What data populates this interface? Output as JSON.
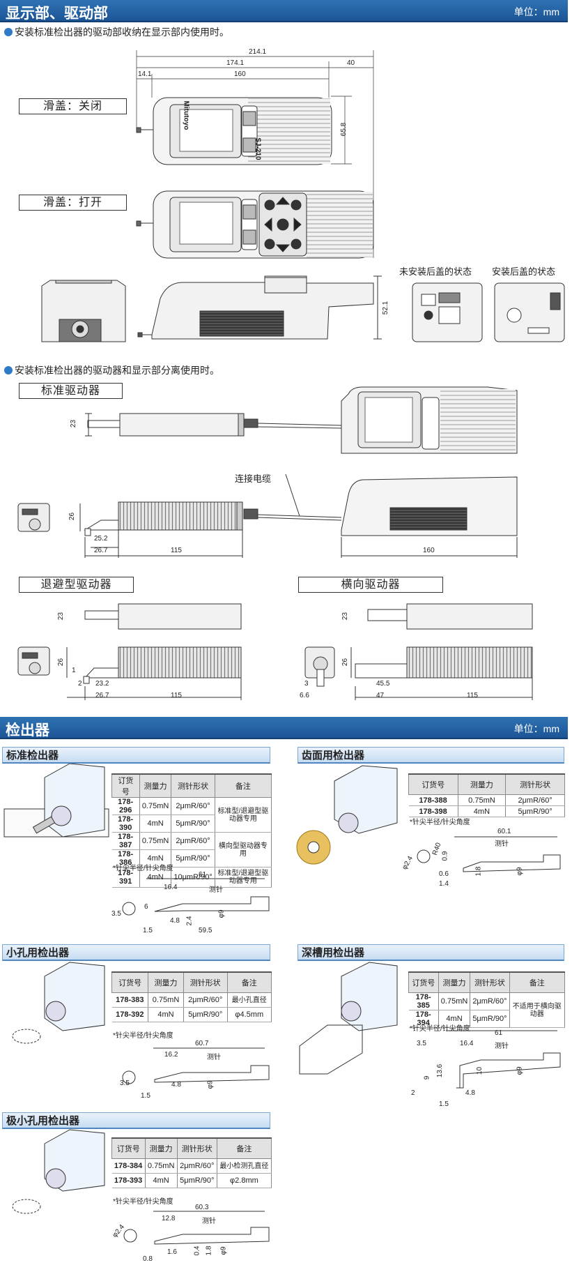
{
  "header1": {
    "title": "显示部、驱动部",
    "unit": "单位：mm"
  },
  "bullet1": "安装标准检出器的驱动部收纳在显示部内使用时。",
  "slide_closed": "滑盖：关闭",
  "slide_open": "滑盖：打开",
  "top_dims": {
    "d1": "214.1",
    "d2": "174.1",
    "d3": "40",
    "d4": "14.1",
    "d5": "160",
    "d6": "65.8"
  },
  "rear_uninstalled": "未安装后盖的状态",
  "rear_installed": "安装后盖的状态",
  "height_dim": "52.1",
  "brand": "Mitutoyo",
  "model": "SJ-210",
  "bullet2": "安装标准检出器的驱动器和显示部分离使用时。",
  "std_driver": "标准驱动器",
  "cable": "连接电缆",
  "std_dims": {
    "h23": "23",
    "h26": "26",
    "d25": "25.2",
    "d26": "26.7",
    "d115": "115",
    "d160": "160"
  },
  "retract_driver": "退避型驱动器",
  "transverse_driver": "横向驱动器",
  "retract_dims": {
    "h23": "23",
    "h26": "26",
    "d1": "1",
    "d2": "2",
    "d232": "23.2",
    "d267": "26.7",
    "d115": "115"
  },
  "trans_dims": {
    "h23": "23",
    "h26": "26",
    "d3": "3",
    "d66": "6.6",
    "d455": "45.5",
    "d47": "47",
    "d115": "115"
  },
  "header2": {
    "title": "检出器",
    "unit": "单位：mm"
  },
  "table_headers": {
    "code": "订货号",
    "force": "测量力",
    "shape": "测针形状",
    "note": "备注"
  },
  "std_detector": {
    "title": "标准检出器",
    "rows": [
      {
        "code": "178-296",
        "force": "0.75mN",
        "shape": "2μmR/60°",
        "note": "标准型/退避型驱动器专用"
      },
      {
        "code": "178-390",
        "force": "4mN",
        "shape": "5μmR/90°",
        "note": ""
      },
      {
        "code": "178-387",
        "force": "0.75mN",
        "shape": "2μmR/60°",
        "note": "横向型驱动器专用"
      },
      {
        "code": "178-386",
        "force": "4mN",
        "shape": "5μmR/90°",
        "note": ""
      },
      {
        "code": "178-391",
        "force": "4mN",
        "shape": "10μmR/90°",
        "note": "标准型/退避型驱动器专用"
      }
    ],
    "foot": "*针尖半径/针尖角度",
    "dims": {
      "d61": "61",
      "d164": "16.4",
      "stylus": "测针",
      "d6": "6",
      "d35": "3.5",
      "d48": "4.8",
      "d24": "2.4",
      "phi9": "φ9",
      "d15": "1.5",
      "d595": "59.5"
    }
  },
  "gear_detector": {
    "title": "齿面用检出器",
    "rows": [
      {
        "code": "178-388",
        "force": "0.75mN",
        "shape": "2μmR/60°"
      },
      {
        "code": "178-398",
        "force": "4mN",
        "shape": "5μmR/90°"
      }
    ],
    "foot": "*针尖半径/针尖角度",
    "dims": {
      "d601": "60.1",
      "r40": "R40",
      "stylus": "测针",
      "phi24": "φ2.4",
      "d09": "0.9",
      "d06": "0.6",
      "d14": "1.4",
      "d18": "1.8",
      "phi9": "φ9"
    }
  },
  "small_hole": {
    "title": "小孔用检出器",
    "rows": [
      {
        "code": "178-383",
        "force": "0.75mN",
        "shape": "2μmR/60°"
      },
      {
        "code": "178-392",
        "force": "4mN",
        "shape": "5μmR/90°"
      }
    ],
    "note": "最小孔直径",
    "note2": "φ4.5mm",
    "foot": "*针尖半径/针尖角度",
    "dims": {
      "d607": "60.7",
      "d162": "16.2",
      "stylus": "测针",
      "d35": "3.5",
      "d48": "4.8",
      "phi9": "φ9",
      "d15": "1.5"
    }
  },
  "deep_groove": {
    "title": "深槽用检出器",
    "rows": [
      {
        "code": "178-385",
        "force": "0.75mN",
        "shape": "2μmR/60°"
      },
      {
        "code": "178-394",
        "force": "4mN",
        "shape": "5μmR/90°"
      }
    ],
    "note": "不适用于横向驱动器",
    "foot": "*针尖半径/针尖角度",
    "dims": {
      "d61": "61",
      "d164": "16.4",
      "stylus": "测针",
      "d35": "3.5",
      "d9": "9",
      "d136": "13.6",
      "d10": "10",
      "d2": "2",
      "d15": "1.5",
      "d48": "4.8",
      "phi9": "φ9"
    }
  },
  "tiny_hole": {
    "title": "极小孔用检出器",
    "rows": [
      {
        "code": "178-384",
        "force": "0.75mN",
        "shape": "2μmR/60°"
      },
      {
        "code": "178-393",
        "force": "4mN",
        "shape": "5μmR/90°"
      }
    ],
    "note": "最小检测孔直径",
    "note2": "φ2.8mm",
    "foot": "*针尖半径/针尖角度",
    "dims": {
      "d603": "60.3",
      "d128": "12.8",
      "stylus": "测针",
      "phi24": "φ2.4",
      "d16": "1.6",
      "d04": "0.4",
      "d18": "1.8",
      "phi9": "φ9",
      "d08": "0.8"
    }
  }
}
